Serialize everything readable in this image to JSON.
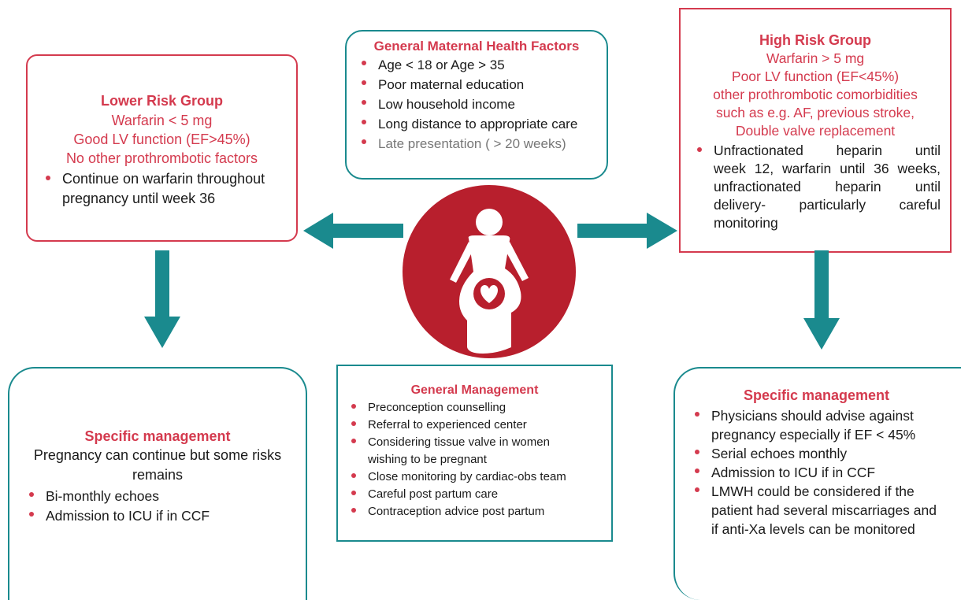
{
  "colors": {
    "accent_red": "#d43a4e",
    "teal": "#1a8a8e",
    "circle_red": "#b81f2d"
  },
  "icons": {
    "center": "pregnant-woman-heart-icon"
  },
  "lower_risk": {
    "title": "Lower Risk Group",
    "lines": [
      "Warfarin < 5 mg",
      "Good LV function (EF>45%)",
      "No other prothrombotic factors"
    ],
    "bullets": [
      "Continue on warfarin throughout pregnancy until week 36"
    ]
  },
  "maternal": {
    "title": "General Maternal Health Factors",
    "bullets": [
      "Age < 18 or Age > 35",
      "Poor maternal education",
      "Low household income",
      "Long distance to appropriate care",
      "Late presentation ( > 20 weeks)"
    ]
  },
  "high_risk": {
    "title": "High Risk Group",
    "lines": [
      "Warfarin > 5 mg",
      "Poor LV function  (EF<45%)",
      "other prothrombotic comorbidities",
      "such as e.g. AF, previous stroke,",
      "Double valve replacement"
    ],
    "bullet_lines": [
      "Unfractionated heparin until",
      "week 12, warfarin until 36 weeks,",
      "unfractionated heparin until",
      "delivery- particularly careful",
      "monitoring"
    ]
  },
  "specific_left": {
    "title": "Specific management",
    "text": "Pregnancy can continue but some risks remains",
    "bullets": [
      "Bi-monthly echoes",
      "Admission to ICU if in CCF"
    ]
  },
  "general_mgmt": {
    "title": "General Management",
    "bullets": [
      "Preconception counselling",
      "Referral to experienced center",
      "Considering tissue valve in women wishing to  be pregnant",
      "Close monitoring by cardiac-obs team",
      "Careful post partum care",
      "Contraception advice post partum"
    ]
  },
  "specific_right": {
    "title": "Specific management",
    "bullets": [
      "Physicians should advise against pregnancy especially if EF < 45%",
      "Serial echoes monthly",
      "Admission to ICU if in CCF",
      "LMWH could be considered if the patient had several miscarriages and if anti-Xa levels can be monitored"
    ]
  }
}
